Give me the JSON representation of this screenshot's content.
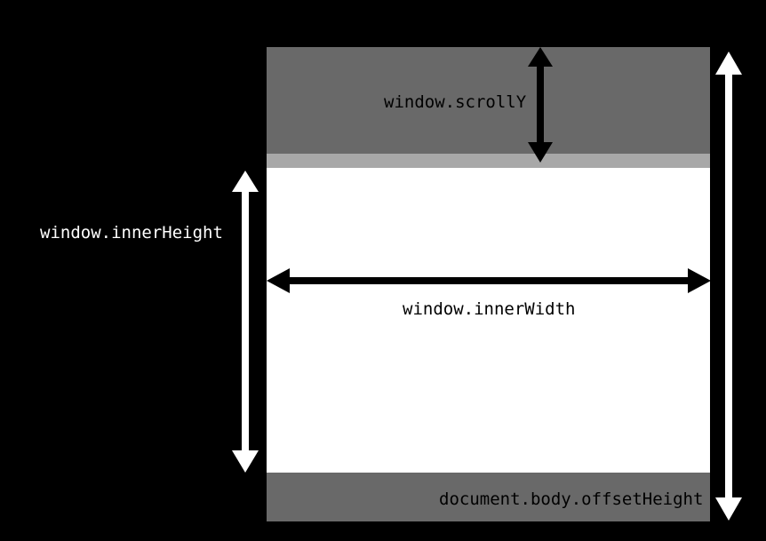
{
  "labels": {
    "scroll_y": "window.scrollY",
    "inner_height": "window.innerHeight",
    "inner_width": "window.innerWidth",
    "body_offset_height": "document.body.offsetHeight"
  },
  "colors": {
    "background": "#000000",
    "scrolled_region": "#696969",
    "scroll_edge_band": "#a8a8a8",
    "viewport": "#ffffff",
    "below_viewport_region": "#696969",
    "dark_text": "#000000",
    "light_text": "#ffffff"
  }
}
